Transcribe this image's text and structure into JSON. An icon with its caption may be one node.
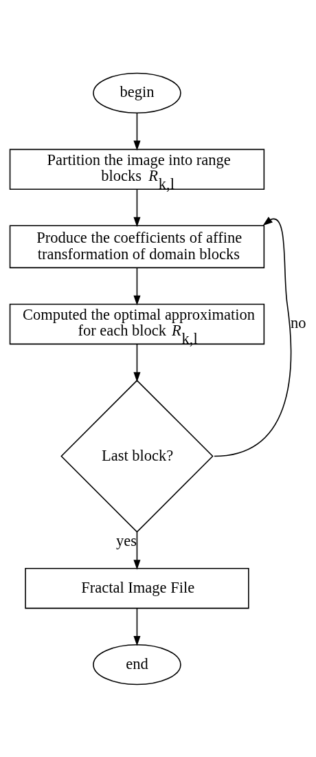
{
  "diagram": {
    "nodes": [
      {
        "text": [
          "begin"
        ]
      },
      {
        "text": [
          "Partition the image into range blocks *R*$_{k,l}$"
        ]
      },
      {
        "text": [
          "Produce the coefficients of affine transformation of domain blocks"
        ]
      },
      {
        "text": [
          "Computed the optimal approximation for each block *R*$_{k,l}$"
        ]
      },
      {
        "text": [
          "Last block?"
        ]
      },
      {
        "text": [
          "Fractal Image File"
        ]
      },
      {
        "text": [
          "end"
        ]
      }
    ],
    "edges": [
      {
        "from": 0,
        "to": 1,
        "arrow": "to"
      },
      {
        "from": 1,
        "to": 2,
        "arrow": "to"
      },
      {
        "from": 2,
        "to": 3,
        "arrow": "to"
      },
      {
        "from": 3,
        "to": 4,
        "arrow": "to"
      },
      {
        "from": 4,
        "to": 2,
        "arrow": "to",
        "label": "no"
      },
      {
        "from": 4,
        "to": 5,
        "arrow": "to",
        "label": "yes"
      },
      {
        "from": 5,
        "to": 6,
        "arrow": "to"
      }
    ]
  }
}
